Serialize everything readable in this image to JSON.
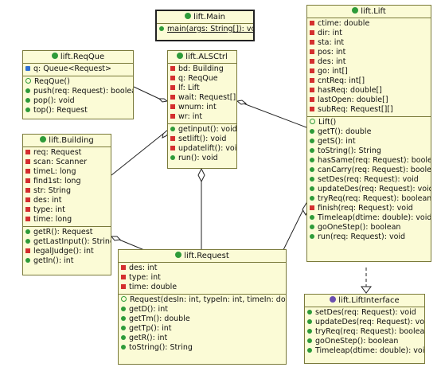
{
  "classes": {
    "main": {
      "name": "lift.Main",
      "methods": [
        "main(args: String[]): void"
      ]
    },
    "reqque": {
      "name": "lift.ReqQue",
      "fields": [
        "q: Queue<Request>"
      ],
      "methods": [
        "ReqQue()",
        "push(req: Request): boolean",
        "pop(): void",
        "top(): Request"
      ]
    },
    "alsctrl": {
      "name": "lift.ALSCtrl",
      "fields": [
        "bd: Building",
        "q: ReqQue",
        "lf: Lift",
        "wait: Request[]",
        "wnum: int",
        "wr: int"
      ],
      "methods": [
        "getinput(): void",
        "setlift(): void",
        "updatelift(): void",
        "run(): void"
      ]
    },
    "building": {
      "name": "lift.Building",
      "fields": [
        "req: Request",
        "scan: Scanner",
        "timeL: long",
        "find1st: long",
        "str: String",
        "des: int",
        "type: int",
        "time: long"
      ],
      "methods": [
        "getR(): Request",
        "getLastInput(): String",
        "legalJudge(): int",
        "getIn(): int"
      ]
    },
    "lift": {
      "name": "lift.Lift",
      "fields": [
        "ctime: double",
        "dir: int",
        "sta: int",
        "pos: int",
        "des: int",
        "go: int[]",
        "cntReq: int[]",
        "hasReq: double[]",
        "lastOpen: double[]",
        "subReq: Request[][]"
      ],
      "methods": [
        "Lift()",
        "getT(): double",
        "getS(): int",
        "toString(): String",
        "hasSame(req: Request): boolean",
        "canCarry(req: Request): boolean",
        "setDes(req: Request): void",
        "updateDes(req: Request): void",
        "tryReq(req: Request): boolean",
        "finish(req: Request): void",
        "Timeleap(dtime: double): void",
        "goOneStep(): boolean",
        "run(req: Request): void"
      ]
    },
    "request": {
      "name": "lift.Request",
      "fields": [
        "des: int",
        "type: int",
        "time: double"
      ],
      "methods": [
        "Request(desIn: int, typeIn: int, timeIn: double)",
        "getD(): int",
        "getTm(): double",
        "getTp(): int",
        "getR(): int",
        "toString(): String"
      ]
    },
    "liftinterface": {
      "name": "lift.LiftInterface",
      "methods": [
        "setDes(req: Request): void",
        "updateDes(req: Request): void",
        "tryReq(req: Request): boolean",
        "goOneStep(): boolean",
        "Timeleap(dtime: double): void"
      ]
    }
  },
  "colors": {
    "box_fill": "#fbfbd6",
    "box_border": "#7a7a3a",
    "private_field": "#d42f2f",
    "public_method": "#2e9b39",
    "package_field": "#2f6fd4",
    "interface_icon": "#6a4fb0"
  }
}
